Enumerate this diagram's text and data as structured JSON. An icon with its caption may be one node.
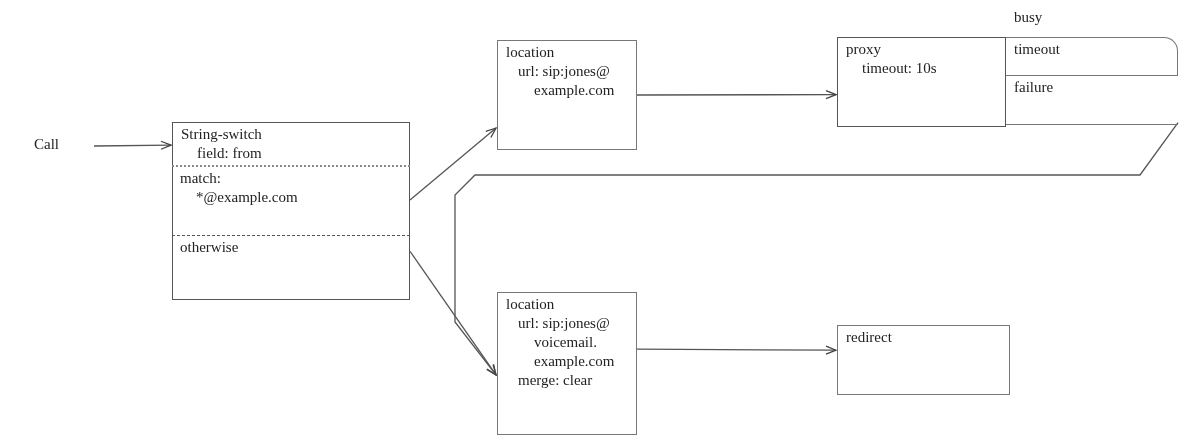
{
  "diagram": {
    "nodes": [
      {
        "text": [
          "Call"
        ]
      },
      {
        "text": [
          "String-switch",
          "field: from"
        ]
      },
      {
        "text": [
          "match:",
          "*@example.com"
        ],
        "in": 1
      },
      {
        "text": [
          "otherwise"
        ],
        "in": 1
      },
      {
        "text": [
          "location",
          "url: sip:jones@ example.com"
        ]
      },
      {
        "text": [
          "proxy",
          "timeout: 10s"
        ]
      },
      {
        "text": [
          "timeout"
        ]
      },
      {
        "text": [
          "failure"
        ]
      },
      {
        "text": [
          "location",
          "url: sip:jones@ voicemail. example.com",
          "merge: clear"
        ]
      },
      {
        "text": [
          "redirect"
        ]
      }
    ],
    "edges": [
      {
        "from": 0,
        "to": 1,
        "arrow": "to"
      },
      {
        "from": 2,
        "to": 4,
        "arrow": "to"
      },
      {
        "from": 4,
        "to": 5,
        "arrow": "to"
      },
      {
        "from": 3,
        "to": 8,
        "arrow": "to"
      },
      {
        "from": 7,
        "to": 8,
        "arrow": "to"
      },
      {
        "from": 8,
        "to": 9,
        "arrow": "to"
      }
    ],
    "labels": [
      "busy"
    ]
  }
}
